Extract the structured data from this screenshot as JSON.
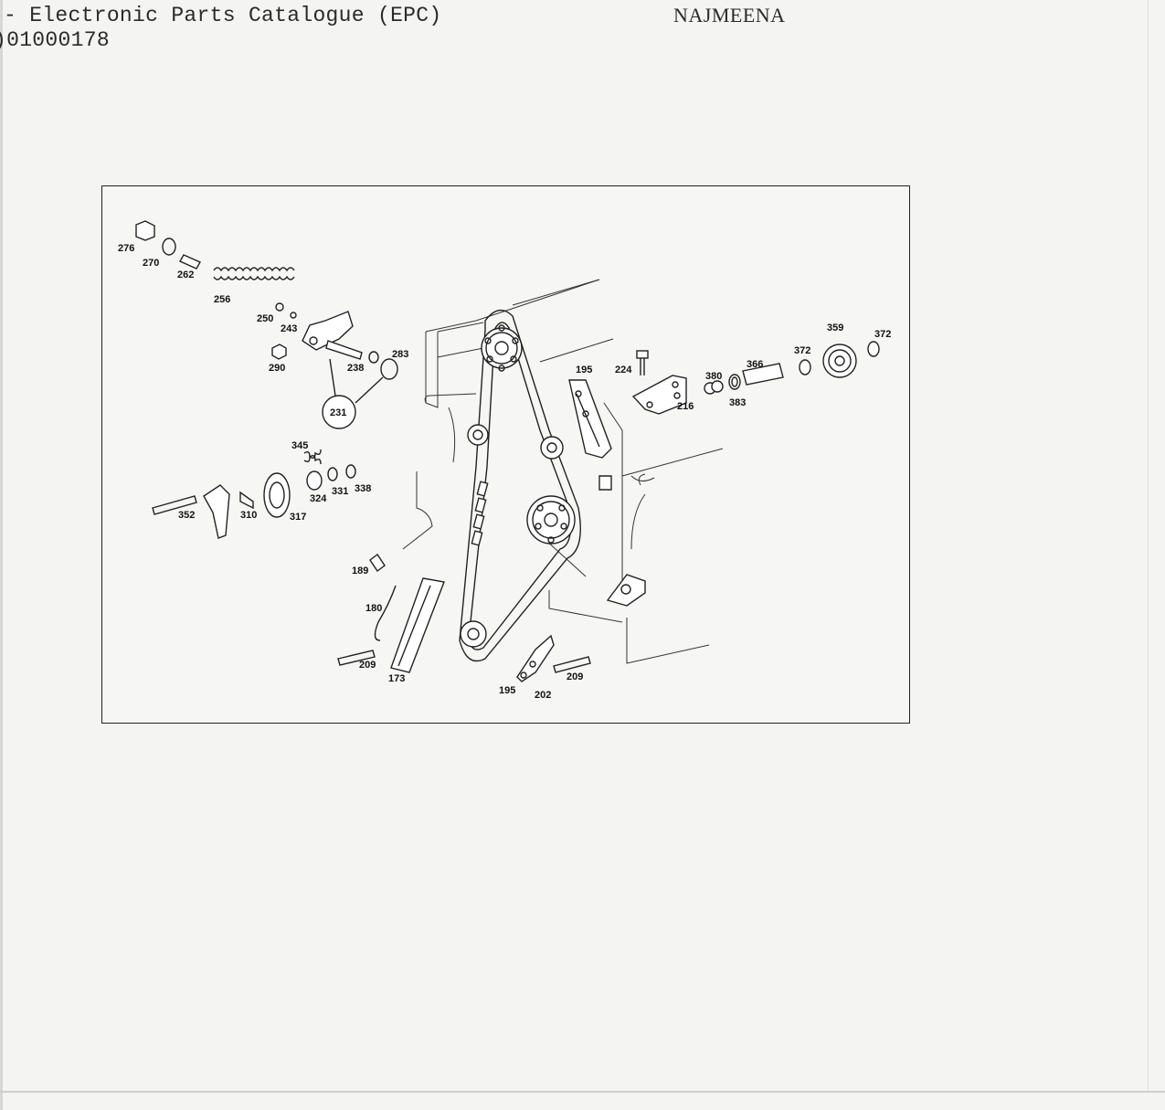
{
  "header": {
    "title": "- Electronic Parts Catalogue (EPC)",
    "user": "NAJMEENA",
    "document_number": ")01000178"
  },
  "diagram": {
    "callouts": [
      {
        "id": "c276",
        "label": "276"
      },
      {
        "id": "c270",
        "label": "270"
      },
      {
        "id": "c262",
        "label": "262"
      },
      {
        "id": "c256",
        "label": "256"
      },
      {
        "id": "c250",
        "label": "250"
      },
      {
        "id": "c243",
        "label": "243"
      },
      {
        "id": "c290",
        "label": "290"
      },
      {
        "id": "c238",
        "label": "238"
      },
      {
        "id": "c283",
        "label": "283"
      },
      {
        "id": "c231",
        "label": "231"
      },
      {
        "id": "c345",
        "label": "345"
      },
      {
        "id": "c324",
        "label": "324"
      },
      {
        "id": "c331",
        "label": "331"
      },
      {
        "id": "c338",
        "label": "338"
      },
      {
        "id": "c352",
        "label": "352"
      },
      {
        "id": "c310",
        "label": "310"
      },
      {
        "id": "c317",
        "label": "317"
      },
      {
        "id": "c189",
        "label": "189"
      },
      {
        "id": "c180",
        "label": "180"
      },
      {
        "id": "c209a",
        "label": "209"
      },
      {
        "id": "c173",
        "label": "173"
      },
      {
        "id": "c195a",
        "label": "195"
      },
      {
        "id": "c202",
        "label": "202"
      },
      {
        "id": "c209b",
        "label": "209"
      },
      {
        "id": "c195b",
        "label": "195"
      },
      {
        "id": "c224",
        "label": "224"
      },
      {
        "id": "c216",
        "label": "216"
      },
      {
        "id": "c380",
        "label": "380"
      },
      {
        "id": "c383",
        "label": "383"
      },
      {
        "id": "c366",
        "label": "366"
      },
      {
        "id": "c372a",
        "label": "372"
      },
      {
        "id": "c359",
        "label": "359"
      },
      {
        "id": "c372b",
        "label": "372"
      }
    ]
  }
}
